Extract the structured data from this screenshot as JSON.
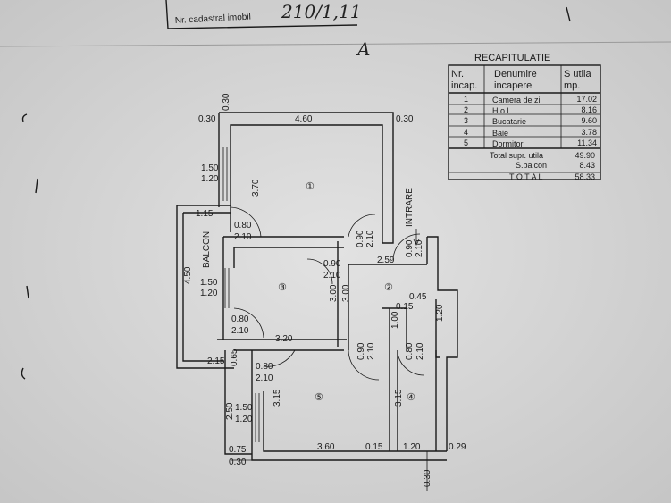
{
  "header": {
    "stamp_label": "Nr. cadastral imobil",
    "cadastral_number": "210/1,11",
    "handwritten_mark": "A"
  },
  "summary": {
    "title": "RECAPITULATIE",
    "columns": [
      "Nr. incap.",
      "Denumire incapere",
      "S utila mp."
    ],
    "col_nr": [
      "Nr.",
      "incap."
    ],
    "col_name": [
      "Denumire",
      "incapere"
    ],
    "col_area": [
      "S utila",
      "mp."
    ],
    "rows": [
      {
        "nr": "1",
        "name": "Camera de zi",
        "area": "17.02"
      },
      {
        "nr": "2",
        "name": "H o l",
        "area": "8.16"
      },
      {
        "nr": "3",
        "name": "Bucatarie",
        "area": "9.60"
      },
      {
        "nr": "4",
        "name": "Baie",
        "area": "3.78"
      },
      {
        "nr": "5",
        "name": "Dormitor",
        "area": "11.34"
      }
    ],
    "total_util_label": "Total supr. utila",
    "total_util": "49.90",
    "balcony_label": "S.balcon",
    "balcony": "8.43",
    "total_label": "T O T A L",
    "total": "58.33"
  },
  "plan": {
    "rooms": [
      "①",
      "②",
      "③",
      "④",
      "⑤"
    ],
    "balcony_label": "BALCON",
    "entrance_label": "INTRARE",
    "dims": {
      "top_wall_v": "0.30",
      "top_left": "0.30",
      "top_width": "4.60",
      "top_right": "0.30",
      "win1_w": "1.50",
      "win1_h": "1.20",
      "room1_depth": "3.70",
      "balc_top": "1.15",
      "door1_w": "0.80",
      "door1_h": "2.10",
      "door_h1_w": "0.90",
      "door_h1_h": "2.10",
      "entry_w": "0.90",
      "entry_h": "2.10",
      "door3_w": "0.90",
      "door3_h": "2.10",
      "hall_w": "2.59",
      "balc_len": "4.50",
      "win3_w": "1.50",
      "win3_h": "1.20",
      "k_depth_a": "3.00",
      "k_depth_b": "3.00",
      "h_045": "0.45",
      "h_015": "0.15",
      "h_120": "1.20",
      "h_100": "1.00",
      "door_k_w": "0.80",
      "door_k_h": "2.10",
      "k_width": "3.20",
      "balc_bottom": "2.15",
      "w_065": "0.65",
      "door5_w": "0.80",
      "door5_h": "2.10",
      "door5b_w": "0.90",
      "door5b_h": "2.10",
      "door4_w": "0.80",
      "door4_h": "2.10",
      "r5_depth": "3.15",
      "r4_depth": "3.15",
      "w_250": "2.50",
      "win5_w": "1.50",
      "win5_h": "1.20",
      "b_075": "0.75",
      "r5_width": "3.60",
      "b_015": "0.15",
      "r4_width": "1.20",
      "b_029": "0.29",
      "b_030": "0.30",
      "b_030v": "0.30"
    }
  }
}
